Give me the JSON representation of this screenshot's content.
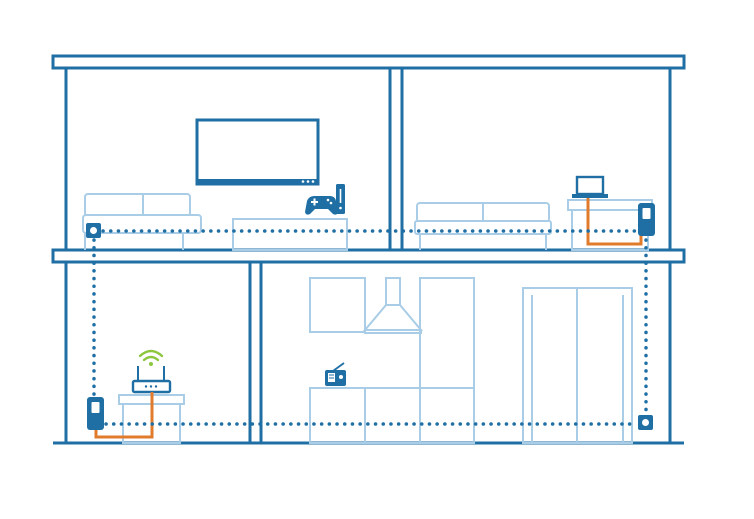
{
  "diagram": {
    "description_visible_text": [],
    "colors": {
      "structure": "#1f6fa5",
      "furniture": "#a9cde6",
      "device": "#1f6fa5",
      "ethernet_cable": "#e07b2c",
      "wifi_signal": "#8cc63f",
      "powerline_path": "#1f6fa5"
    },
    "floors": [
      {
        "level": "upper",
        "rooms": [
          "living-room",
          "office"
        ]
      },
      {
        "level": "lower",
        "rooms": [
          "router-room",
          "kitchen"
        ]
      }
    ],
    "icons": [
      "tv-icon",
      "sofa-icon",
      "tv-stand-icon",
      "game-controller-icon",
      "console-icon",
      "bed-icon",
      "desk-icon",
      "laptop-icon",
      "router-icon",
      "wifi-icon",
      "radio-icon",
      "kitchen-cabinet-icon",
      "range-hood-icon",
      "refrigerator-icon",
      "wardrobe-icon",
      "powerline-adapter-icon",
      "power-socket-icon"
    ]
  }
}
